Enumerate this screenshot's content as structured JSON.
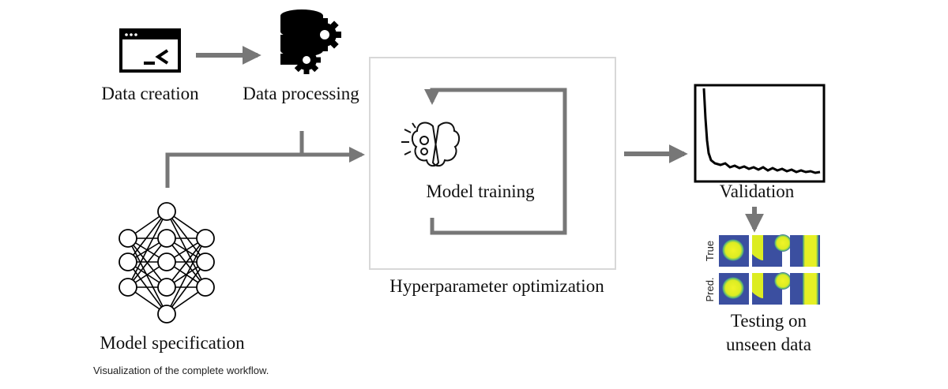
{
  "steps": {
    "data_creation": "Data creation",
    "data_processing": "Data processing",
    "model_training": "Model training",
    "hyperparameter_optimization": "Hyperparameter optimization",
    "validation": "Validation",
    "testing_line1": "Testing on",
    "testing_line2": "unseen data",
    "model_specification": "Model specification"
  },
  "test_grid": {
    "row_labels": [
      "True",
      "Pred."
    ]
  },
  "icons": {
    "data_creation": "terminal-window-icon",
    "data_processing": "database-gears-icon",
    "model_training": "brain-gears-icon",
    "validation": "loss-curve-plot",
    "model_specification": "neural-network-icon"
  },
  "colors": {
    "arrow": "#777777",
    "box_border": "#d8d8d8",
    "field_low": "#3b4fa0",
    "field_high": "#e5f020"
  },
  "caption": "Visualization of the complete workflow."
}
